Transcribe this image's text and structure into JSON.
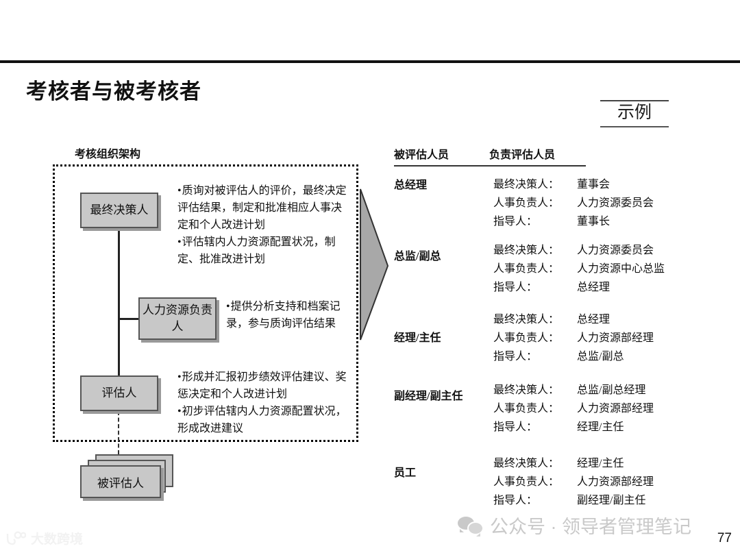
{
  "header": {
    "title": "考核者与被考核者",
    "stamp": "示例"
  },
  "diagram": {
    "heading": "考核组织架构",
    "nodes": [
      {
        "id": "decider",
        "label": "最终决策人"
      },
      {
        "id": "hr",
        "label": "人力资源负责人"
      },
      {
        "id": "assessor",
        "label": "评估人"
      },
      {
        "id": "assessee",
        "label": "被评估人"
      }
    ],
    "bullet_groups": [
      {
        "for": "decider",
        "items": [
          "质询对被评估人的评价，最终决定评估结果，制定和批准相应人事决定和个人改进计划",
          "评估辖内人力资源配置状况，制定、批准改进计划"
        ]
      },
      {
        "for": "hr",
        "items": [
          "提供分析支持和档案记录，参与质询评估结果"
        ]
      },
      {
        "for": "assessor",
        "items": [
          "形成并汇报初步绩效评估建议、奖惩决定和个人改进计划",
          "初步评估辖内人力资源配置状况，形成改进建议"
        ]
      }
    ]
  },
  "table": {
    "columns": [
      "被评估人员",
      "负责评估人员"
    ],
    "rows": [
      {
        "role": "总经理",
        "pairs": [
          {
            "key": "最终决策人：",
            "value": "董事会"
          },
          {
            "key": "人事负责人：",
            "value": "人力资源委员会"
          },
          {
            "key": "指导人：",
            "value": "董事长"
          }
        ]
      },
      {
        "role": "总监/副总",
        "pairs": [
          {
            "key": "最终决策人：",
            "value": "人力资源委员会"
          },
          {
            "key": "人事负责人：",
            "value": "人力资源中心总监"
          },
          {
            "key": "指导人：",
            "value": "总经理"
          }
        ]
      },
      {
        "role": "经理/主任",
        "pairs": [
          {
            "key": "最终决策人：",
            "value": "总经理"
          },
          {
            "key": "人事负责人：",
            "value": "人力资源部经理"
          },
          {
            "key": "指导人：",
            "value": "总监/副总"
          }
        ]
      },
      {
        "role": "副经理/副主任",
        "pairs": [
          {
            "key": "最终决策人：",
            "value": "总监/副总经理"
          },
          {
            "key": "人事负责人：",
            "value": "人力资源部经理"
          },
          {
            "key": "指导人：",
            "value": "经理/主任"
          }
        ]
      },
      {
        "role": "员工",
        "pairs": [
          {
            "key": "最终决策人：",
            "value": "经理/主任"
          },
          {
            "key": "人事负责人：",
            "value": "人力资源部经理"
          },
          {
            "key": "指导人：",
            "value": "副经理/副主任"
          }
        ]
      }
    ]
  },
  "footer": {
    "wechat_watermark": "公众号 · 领导者管理笔记",
    "brand_watermark": "大数跨境",
    "page_number": "77"
  },
  "colors": {
    "node_fill": "#c8c8c8",
    "node_border": "#555555",
    "arrow_fill": "#a8a8a8",
    "text": "#111111",
    "watermark": "#c9c9c9"
  }
}
